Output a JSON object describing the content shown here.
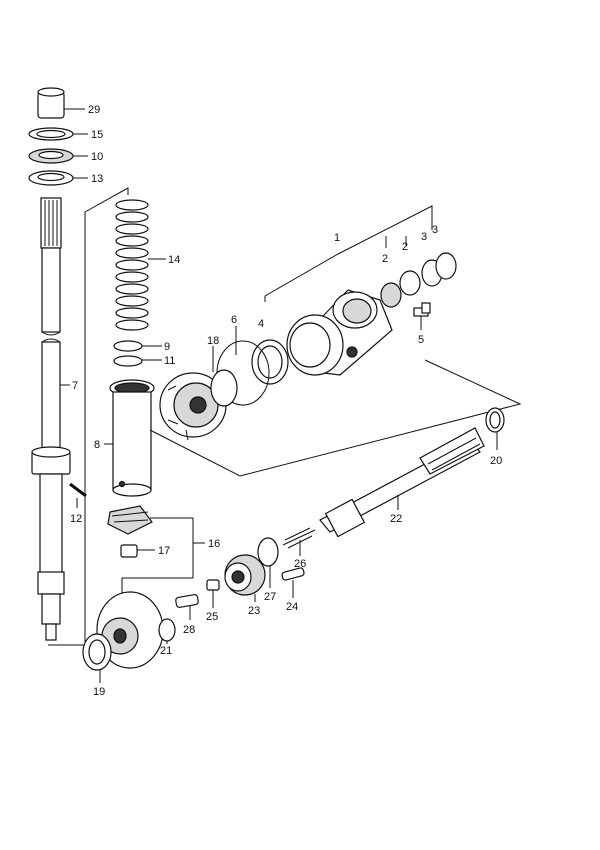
{
  "diagram": {
    "parts": [
      {
        "id": "29",
        "label": "29"
      },
      {
        "id": "15",
        "label": "15"
      },
      {
        "id": "10",
        "label": "10"
      },
      {
        "id": "13",
        "label": "13"
      },
      {
        "id": "14",
        "label": "14"
      },
      {
        "id": "1",
        "label": "1"
      },
      {
        "id": "2a",
        "label": "2"
      },
      {
        "id": "2b",
        "label": "2"
      },
      {
        "id": "3a",
        "label": "3"
      },
      {
        "id": "3b",
        "label": "3"
      },
      {
        "id": "5",
        "label": "5"
      },
      {
        "id": "4",
        "label": "4"
      },
      {
        "id": "6",
        "label": "6"
      },
      {
        "id": "18",
        "label": "18"
      },
      {
        "id": "9",
        "label": "9"
      },
      {
        "id": "11",
        "label": "11"
      },
      {
        "id": "7",
        "label": "7"
      },
      {
        "id": "8",
        "label": "8"
      },
      {
        "id": "12",
        "label": "12"
      },
      {
        "id": "20",
        "label": "20"
      },
      {
        "id": "22",
        "label": "22"
      },
      {
        "id": "17",
        "label": "17"
      },
      {
        "id": "16",
        "label": "16"
      },
      {
        "id": "26",
        "label": "26"
      },
      {
        "id": "23",
        "label": "23"
      },
      {
        "id": "27",
        "label": "27"
      },
      {
        "id": "24",
        "label": "24"
      },
      {
        "id": "25",
        "label": "25"
      },
      {
        "id": "28",
        "label": "28"
      },
      {
        "id": "21",
        "label": "21"
      },
      {
        "id": "19",
        "label": "19"
      }
    ]
  }
}
